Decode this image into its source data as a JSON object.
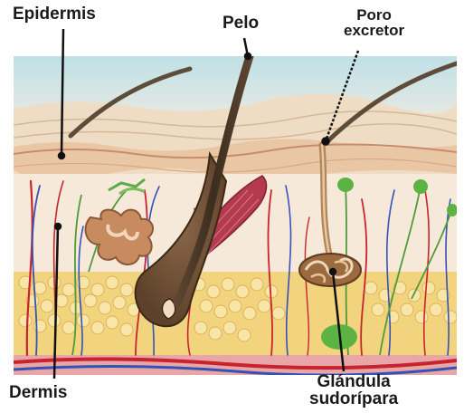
{
  "labels": {
    "epidermis": "Epidermis",
    "pelo": "Pelo",
    "poro_line1": "Poro",
    "poro_line2": "excretor",
    "dermis": "Dermis",
    "glandula_line1": "Glándula",
    "glandula_line2": "sudorípara"
  },
  "colors": {
    "sky": "#cfe6ea",
    "surface": "#f0dcc6",
    "stratum": "#eac9a6",
    "dermis": "#f7e9d9",
    "fat": "#f4d98b",
    "fat_cell": "#f8e6a8",
    "hair": "#4a3a28",
    "follicle": "#6b4a2e",
    "muscle": "#b43a4e",
    "vessel_red": "#c8242f",
    "vessel_blue": "#3552b8",
    "nerve_green": "#4f9b3c",
    "pointer": "#1a1a1a"
  }
}
